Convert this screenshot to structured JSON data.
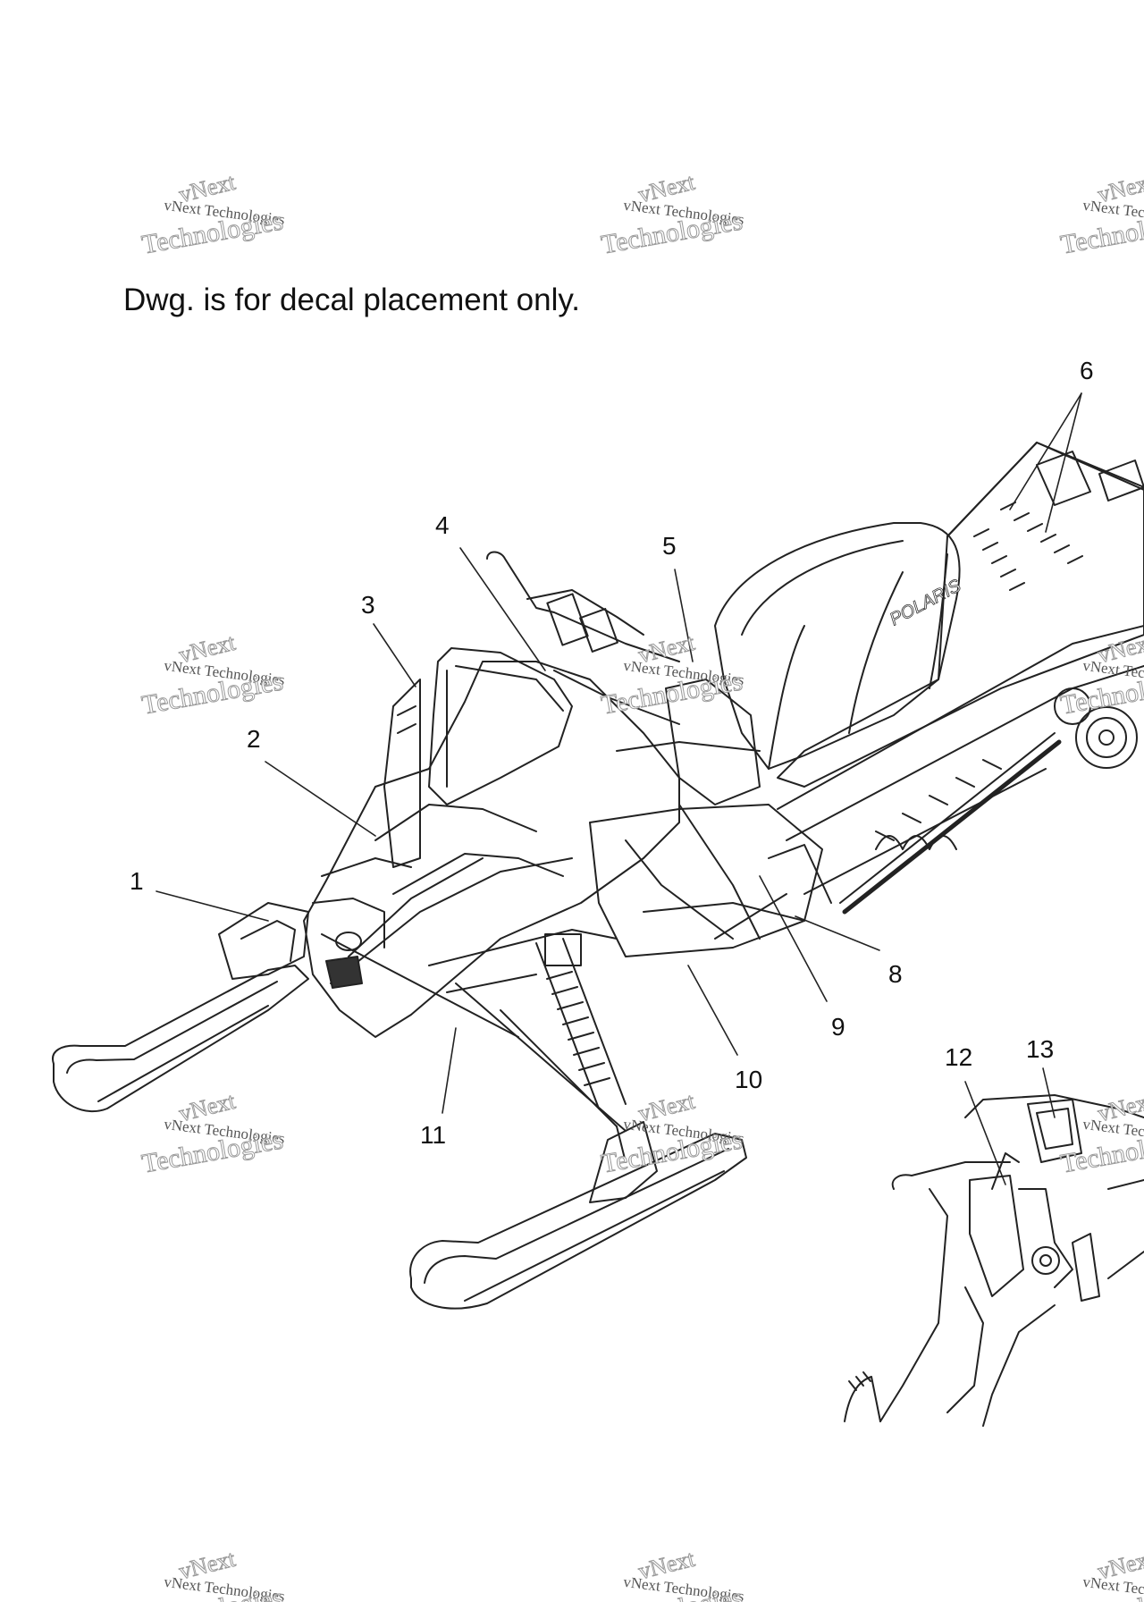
{
  "note": "Dwg. is for decal placement only.",
  "watermark": {
    "logo_text": "vNext",
    "line1": "vNext Technologies",
    "line2": "Technologies"
  },
  "callouts": [
    "1",
    "2",
    "3",
    "4",
    "5",
    "6",
    "8",
    "9",
    "10",
    "11",
    "12",
    "13"
  ],
  "decal_text": "POLARIS"
}
